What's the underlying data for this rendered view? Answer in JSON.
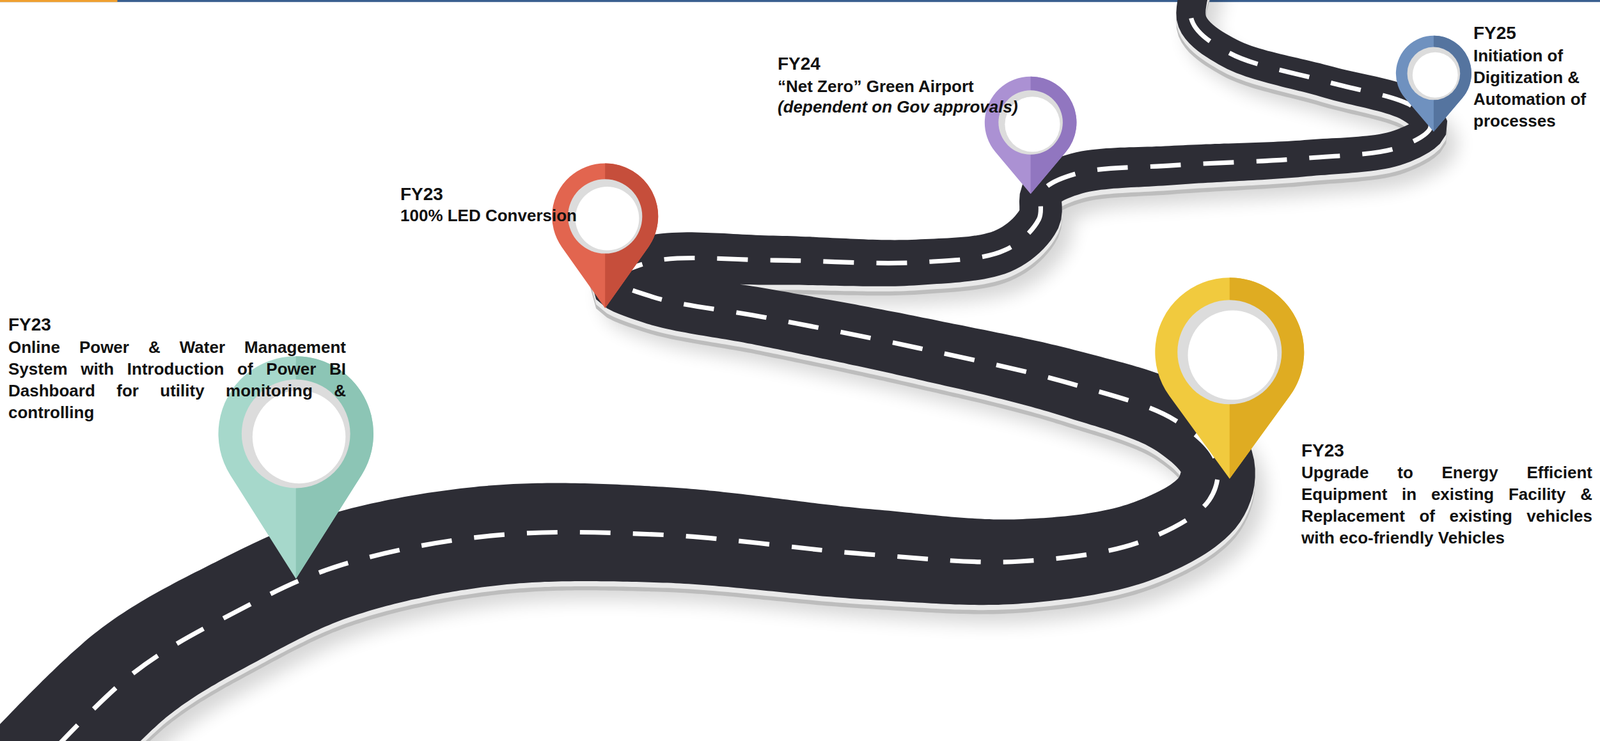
{
  "diagram": {
    "labels": [
      "FY23",
      "Online Power & Water Management System with Introduction of Power BI Dashboard for utility monitoring & controlling",
      "FY23",
      "100% LED Conversion",
      "FY24",
      "“Net Zero” Green Airport",
      "(dependent on Gov approvals)",
      "FY25",
      "Initiation of Digitization & Automation of processes",
      "FY23",
      "Upgrade to Energy Efficient Equipment in existing Facility & Replacement of existing vehicles with eco-friendly Vehicles"
    ]
  }
}
